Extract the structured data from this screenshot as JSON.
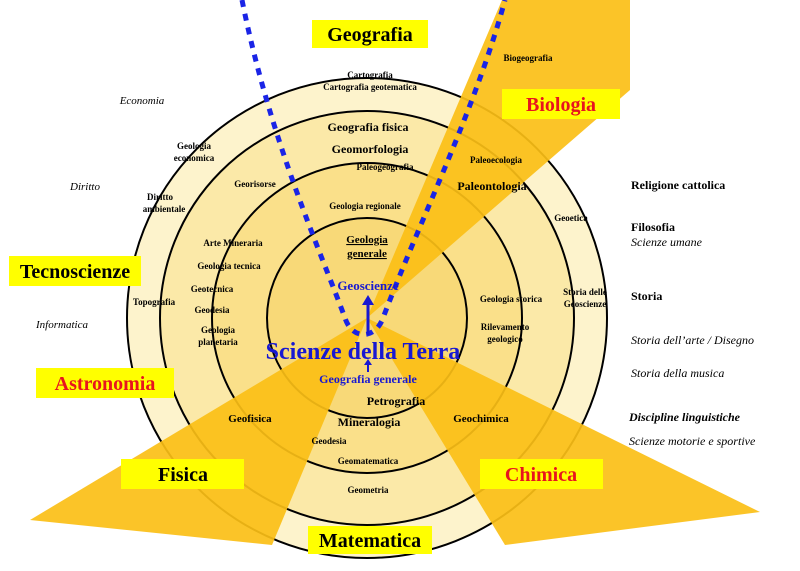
{
  "colors": {
    "ring_outer": "#fdf3cc",
    "ring_second": "#fbe9a8",
    "ring_third": "#fae08a",
    "core": "#f8d978",
    "wedge": "#fbbf16",
    "label_box": "#ffff00",
    "accent_red": "#e8141e",
    "accent_blue": "#1818d2",
    "dotted_line": "#1a24e6",
    "text": "#000000"
  },
  "disciplines": {
    "geografia": "Geografia",
    "biologia": "Biologia",
    "tecnoscienze": "Tecnoscienze",
    "astronomia": "Astronomia",
    "fisica": "Fisica",
    "chimica": "Chimica",
    "matematica": "Matematica"
  },
  "center": {
    "title": "Scienze della Terra",
    "geoscienze": "Geoscienze",
    "geologia_generale_line1": "Geologia",
    "geologia_generale_line2": "generale",
    "geografia_generale": "Geografia generale"
  },
  "inner_ring": {
    "geologia_regionale": "Geologia regionale",
    "geologia_storica": "Geologia storica",
    "rilevamento_line1": "Rilevamento",
    "rilevamento_line2": "geologico",
    "petrografia": "Petrografia",
    "mineralogia": "Mineralogia",
    "geodesia": "Geodesia",
    "geomatematica": "Geomatematica"
  },
  "middle_ring": {
    "geografia_fisica": "Geografia fisica",
    "geomorfologia": "Geomorfologia",
    "paleogeografia": "Paleogeografia",
    "paleoecologia": "Paleoecologia",
    "paleontologia": "Paleontologia",
    "georisorse": "Georisorse",
    "arte_mineraria": "Arte Mineraria",
    "geologia_tecnica": "Geologia tecnica",
    "geotecnica": "Geotecnica",
    "geodesia": "Geodesia",
    "geologia_planetaria_line1": "Geologia",
    "geologia_planetaria_line2": "planetaria",
    "geofisica": "Geofisica",
    "geochimica": "Geochimica"
  },
  "outer_ring": {
    "cartografia": "Cartografia",
    "cartografia_geotematica": "Cartografia geotematica",
    "biogeografia": "Biogeografia",
    "geologia_economica_line1": "Geologia",
    "geologia_economica_line2": "economica",
    "diritto_ambientale_line1": "Diritto",
    "diritto_ambientale_line2": "ambientale",
    "topografia": "Topografia",
    "geoetica": "Geoetica",
    "storia_geoscienze_line1": "Storia delle",
    "storia_geoscienze_line2": "Geoscienze",
    "geometria": "Geometria"
  },
  "outside": {
    "economia": "Economia",
    "diritto": "Diritto",
    "informatica": "Informatica",
    "religione": "Religione cattolica",
    "filosofia": "Filosofia",
    "scienze_umane": "Scienze umane",
    "storia": "Storia",
    "storia_arte": "Storia dell’arte / Disegno",
    "storia_musica": "Storia della musica",
    "discipline_linguistiche": "Discipline linguistiche",
    "scienze_motorie": "Scienze motorie e sportive"
  }
}
